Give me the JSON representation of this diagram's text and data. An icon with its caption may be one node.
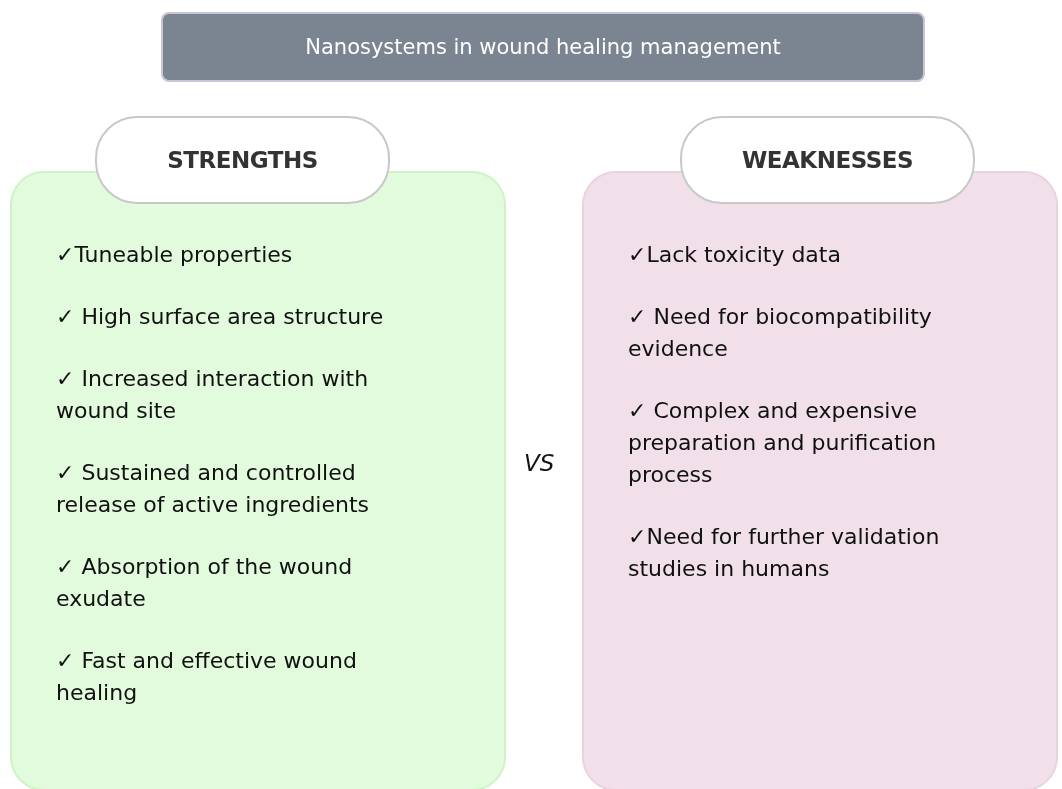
{
  "diagram": {
    "nodes": [
      {
        "text": [
          "Nanosystems in wound healing management"
        ]
      },
      {
        "text": [
          "STRENGTHS"
        ]
      },
      {
        "text": [
          "✓Tuneable properties",
          "✓ High surface area structure",
          "✓ Increased interaction with wound site",
          "✓ Sustained and controlled release of active ingredients",
          "✓ Absorption of the wound exudate",
          "✓ Fast and effective wound healing"
        ]
      },
      {
        "text": [
          "WEAKNESSES"
        ]
      },
      {
        "text": [
          "✓Lack toxicity data",
          "✓ Need for biocompatibility evidence",
          "✓ Complex and expensive preparation and purification process",
          "✓Need for further validation studies in humans"
        ]
      }
    ],
    "labels": [
      "VS"
    ]
  }
}
